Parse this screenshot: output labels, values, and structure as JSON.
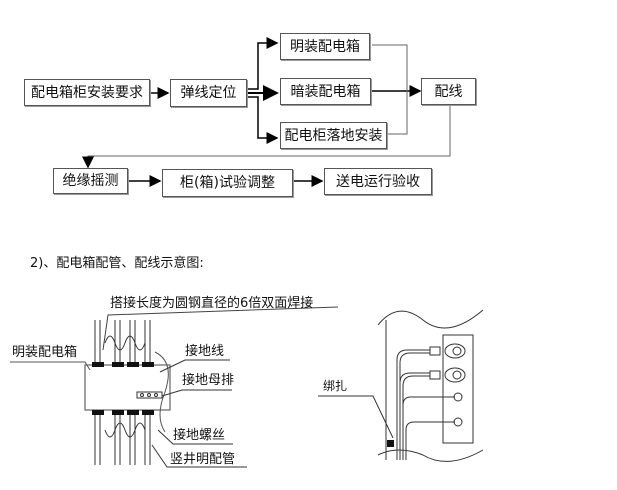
{
  "flowchart": {
    "nodes": {
      "requirements": "配电箱柜安装要求",
      "snap_line": "弹线定位",
      "surface_box": "明装配电箱",
      "concealed_box": "暗装配电箱",
      "floor_cabinet": "配电柜落地安装",
      "wiring": "配线",
      "insulation_test": "绝缘摇测",
      "commissioning": "柜(箱)试验调整",
      "energize_accept": "送电运行验收"
    }
  },
  "section_caption": "2)、配电箱配管、配线示意图:",
  "left_figure": {
    "weld_note": "搭接长度为圆钢直径的6倍双面焊接",
    "box_label": "明装配电箱",
    "ground_wire": "接地线",
    "ground_busbar": "接地母排",
    "ground_screw": "接地螺丝",
    "shaft_conduit": "竖井明配管"
  },
  "right_figure": {
    "tie_label": "绑扎"
  }
}
